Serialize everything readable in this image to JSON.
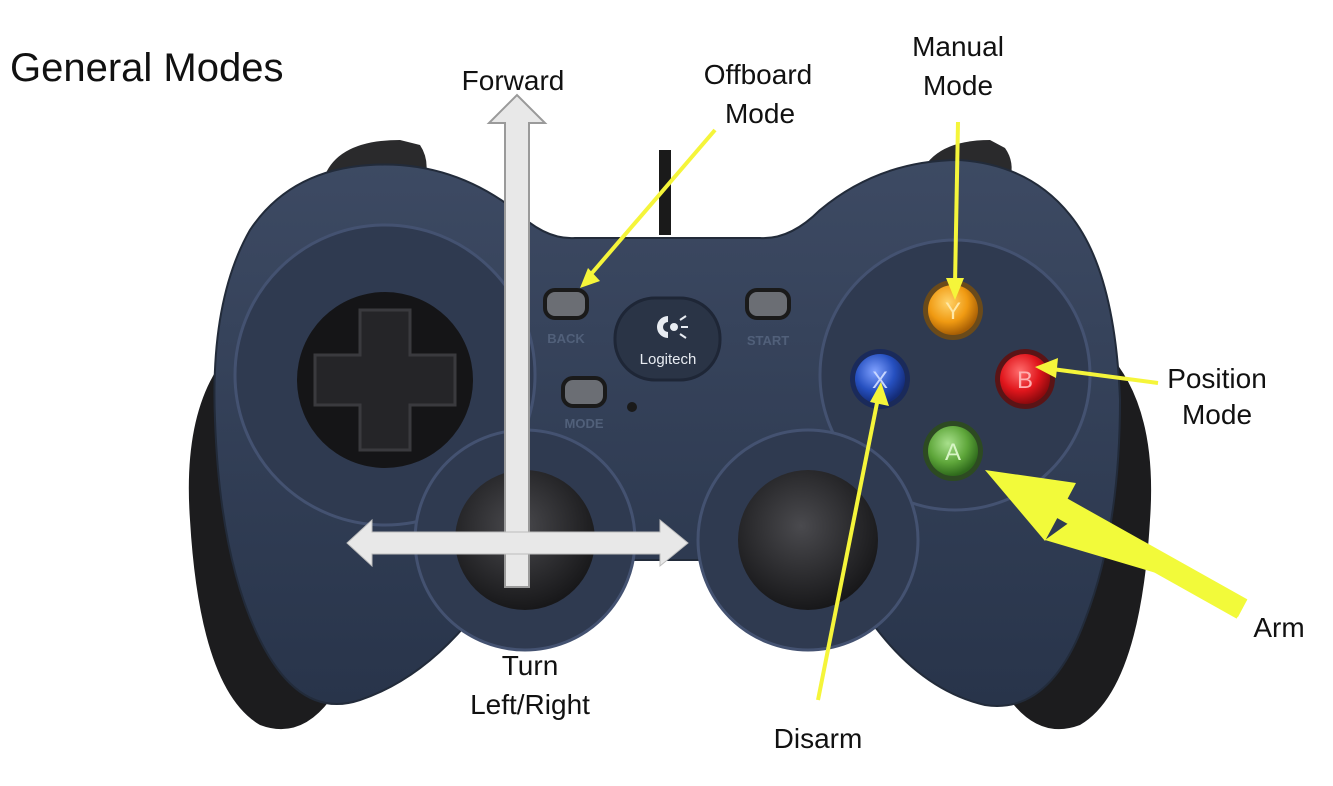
{
  "title": "General Modes",
  "controller": {
    "brand": "Logitech",
    "back_label": "BACK",
    "start_label": "START",
    "mode_label": "MODE",
    "button_y": "Y",
    "button_b": "B",
    "button_a": "A",
    "button_x": "X"
  },
  "labels": {
    "forward": "Forward",
    "offboard_1": "Offboard",
    "offboard_2": "Mode",
    "manual_1": "Manual",
    "manual_2": "Mode",
    "position_1": "Position",
    "position_2": "Mode",
    "arm": "Arm",
    "disarm": "Disarm",
    "turn_1": "Turn",
    "turn_2": "Left/Right"
  },
  "colors": {
    "body": "#334159",
    "grip": "#1c1c1e",
    "annotation": "#f5f53a",
    "arrow_fill": "#e8e8e8",
    "button_y": "#f09a12",
    "button_b": "#e0161c",
    "button_a": "#5ea63a",
    "button_x": "#2650c0"
  }
}
